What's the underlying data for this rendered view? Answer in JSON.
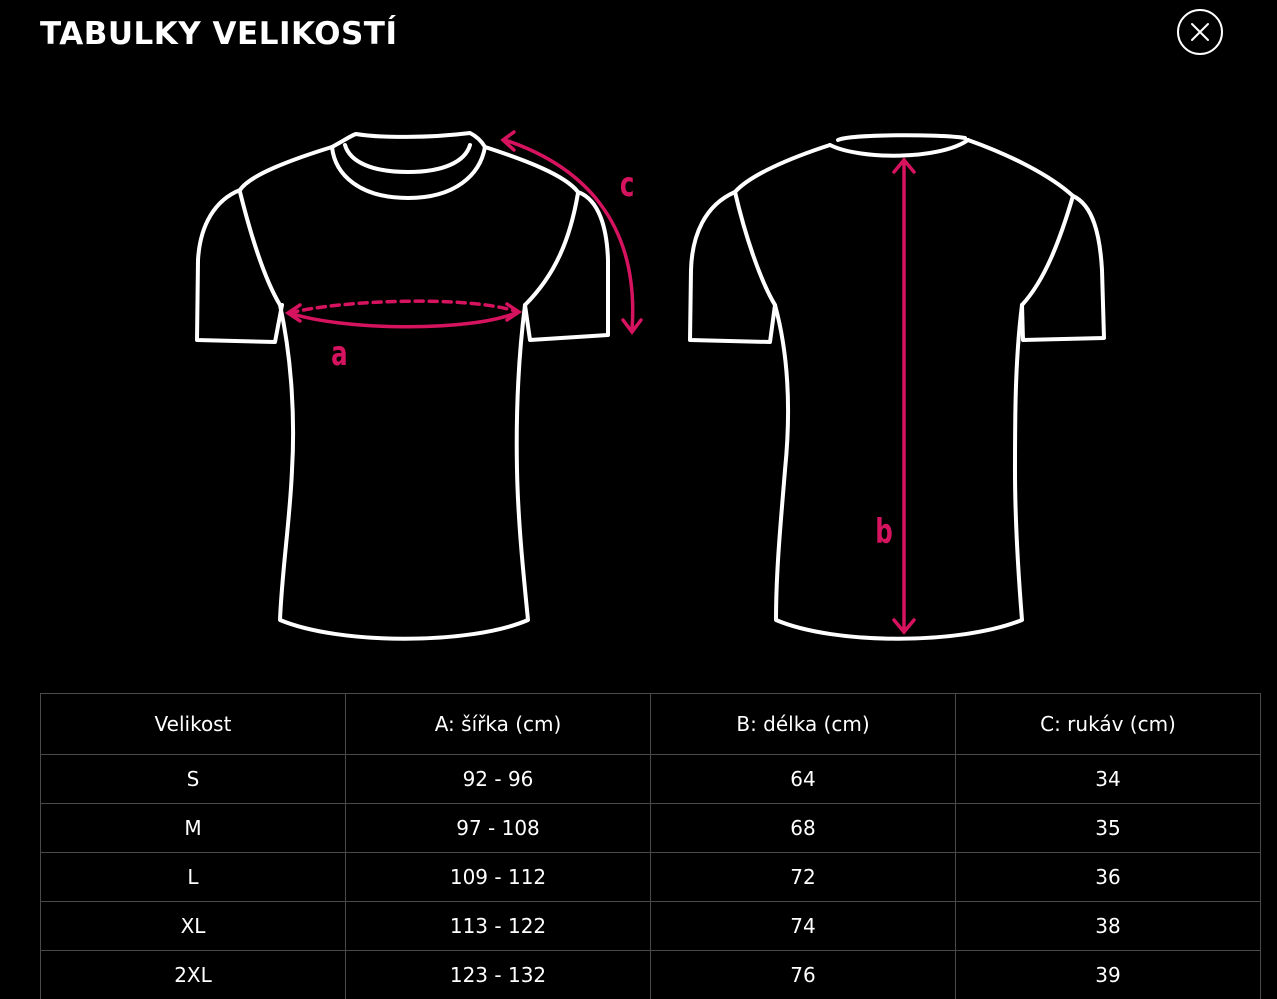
{
  "modal": {
    "title": "TABULKY VELIKOSTÍ",
    "close_icon": "close-icon"
  },
  "illustration": {
    "front_label_a": "a",
    "front_label_c": "c",
    "back_label_b": "b",
    "outline_color": "#ffffff",
    "accent_color": "#d6135f"
  },
  "table": {
    "headers": [
      "Velikost",
      "A: šířka (cm)",
      "B: délka (cm)",
      "C: rukáv (cm)"
    ],
    "rows": [
      [
        "S",
        "92 - 96",
        "64",
        "34"
      ],
      [
        "M",
        "97 - 108",
        "68",
        "35"
      ],
      [
        "L",
        "109 - 112",
        "72",
        "36"
      ],
      [
        "XL",
        "113 - 122",
        "74",
        "38"
      ],
      [
        "2XL",
        "123 - 132",
        "76",
        "39"
      ]
    ]
  }
}
